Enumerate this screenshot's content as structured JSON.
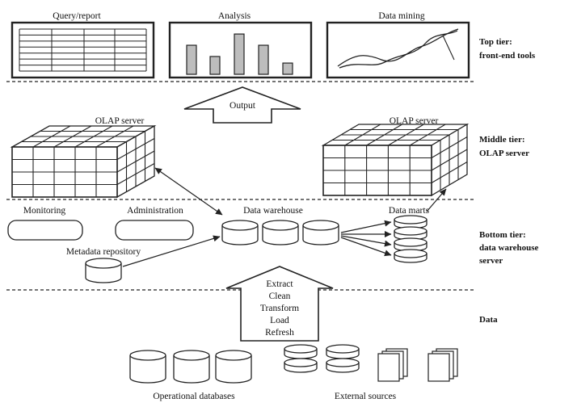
{
  "top": {
    "tools": [
      "Query/report",
      "Analysis",
      "Data mining"
    ],
    "tier_label": [
      "Top tier:",
      "front-end tools"
    ],
    "analysis_bars": [
      0.62,
      0.38,
      0.86,
      0.62,
      0.24
    ]
  },
  "middle": {
    "output_label": "Output",
    "olap_left": "OLAP server",
    "olap_right": "OLAP server",
    "tier_label": [
      "Middle tier:",
      "OLAP server"
    ]
  },
  "bottom": {
    "monitoring": "Monitoring",
    "administration": "Administration",
    "data_warehouse": "Data warehouse",
    "data_marts": "Data marts",
    "metadata": "Metadata repository",
    "tier_label": [
      "Bottom tier:",
      "data warehouse",
      "server"
    ]
  },
  "etl": {
    "steps": [
      "Extract",
      "Clean",
      "Transform",
      "Load",
      "Refresh"
    ]
  },
  "data": {
    "tier_label": "Data",
    "operational": "Operational databases",
    "external": "External sources"
  }
}
